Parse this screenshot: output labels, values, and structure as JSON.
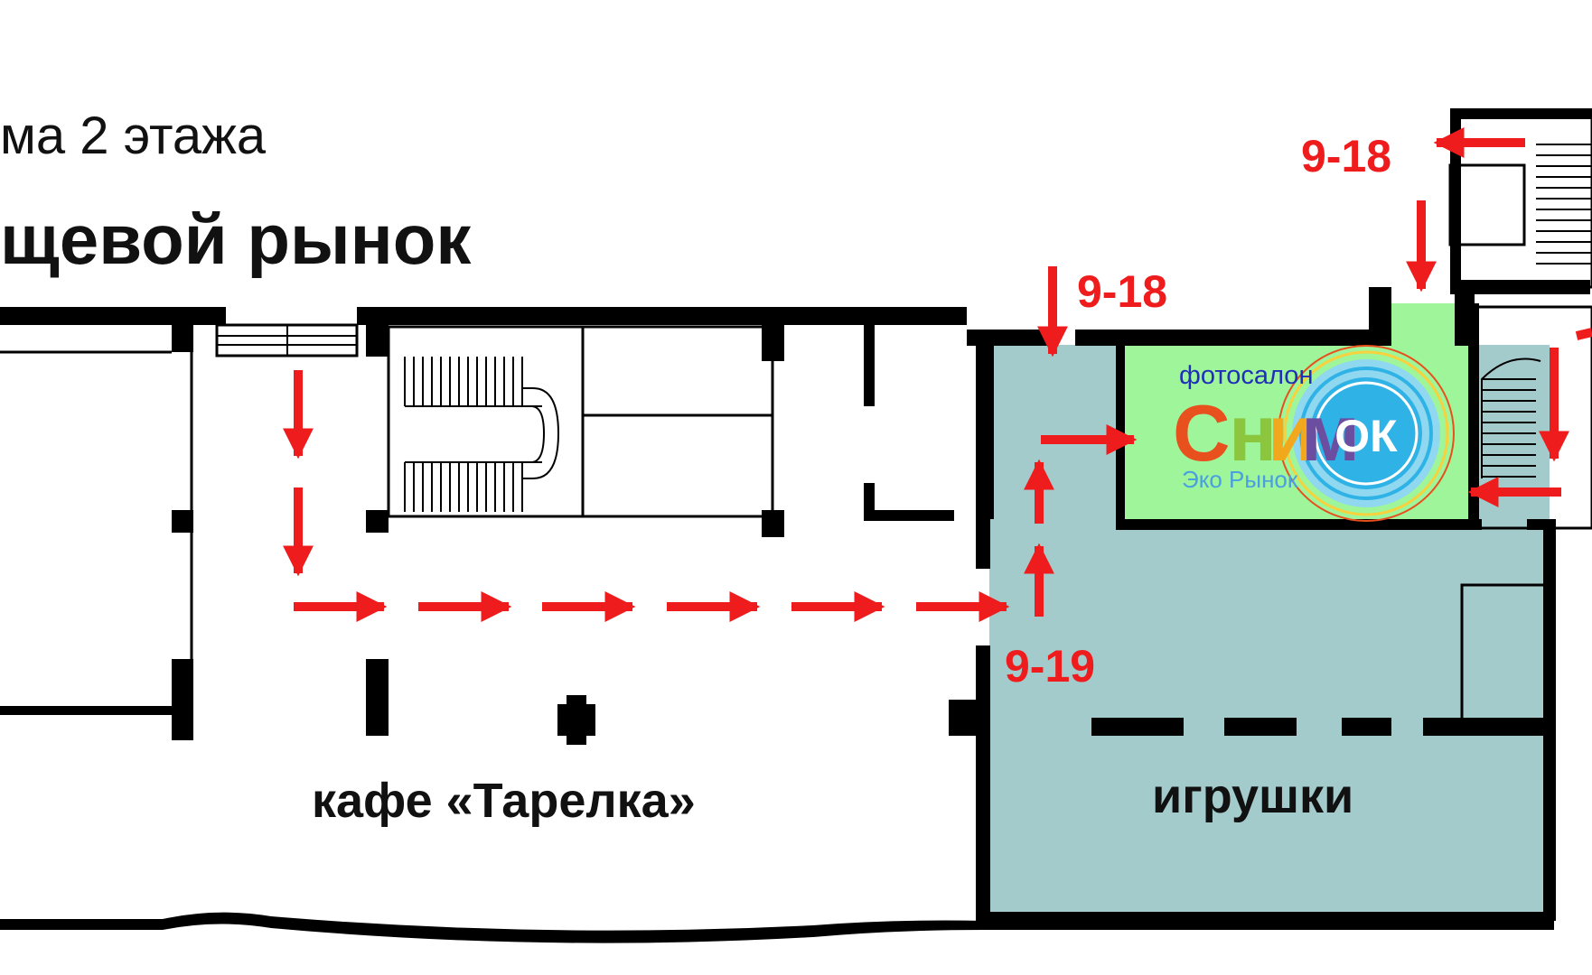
{
  "title": {
    "line1": "ма 2 этажа",
    "line2": "щевой рынок"
  },
  "rooms": {
    "cafe": "кафе «Тарелка»",
    "toys": "игрушки"
  },
  "photo_salon": {
    "caption_top": "фотосалон",
    "logo_letters": [
      "С",
      "н",
      "и",
      "м"
    ],
    "logo_ok": "ОК",
    "caption_bottom": "Эко Рынок"
  },
  "hours": {
    "top_right": "9-18",
    "entrance": "9-18",
    "toys_entrance": "9-19"
  },
  "colors": {
    "route_arrow": "#ee1c1c",
    "toys_zone": "#a3cbcc",
    "photo_zone": "#9ff59a",
    "walls": "#000000",
    "logo_letters": [
      "#e8501e",
      "#8cc63f",
      "#f2a81d",
      "#6b4ea0"
    ],
    "logo_circle": "#2fb2e6"
  }
}
